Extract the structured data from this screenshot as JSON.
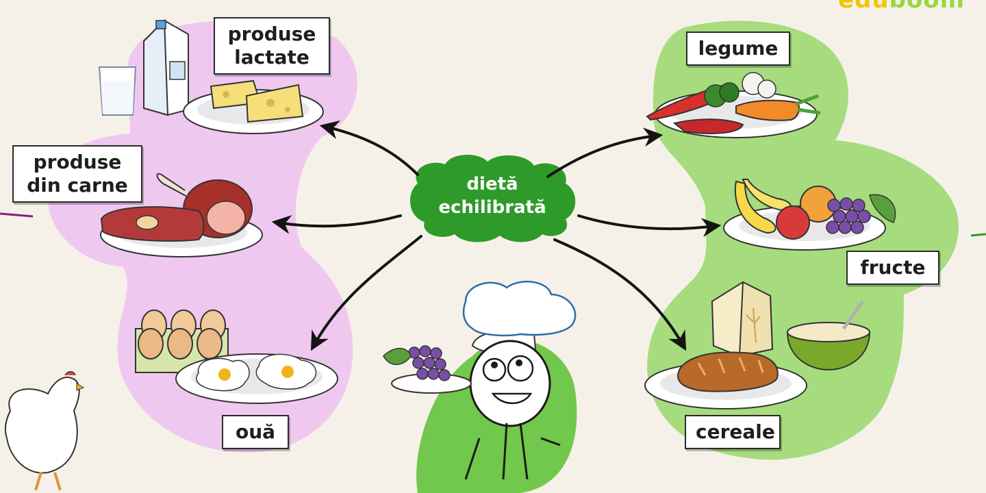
{
  "logo": {
    "part1": "edu",
    "part2": "boom",
    "color1": "#f2c500",
    "color2": "#9ad63f"
  },
  "center": {
    "line1": "dietă",
    "line2": "echilibrată",
    "color": "#2e9a2a"
  },
  "categories": {
    "dairy": {
      "line1": "produse",
      "line2": "lactate"
    },
    "meat": {
      "line1": "produse",
      "line2": "din carne"
    },
    "eggs": {
      "line1": "ouă"
    },
    "vegetables": {
      "line1": "legume"
    },
    "fruits": {
      "line1": "fructe"
    },
    "cereals": {
      "line1": "cereale"
    }
  },
  "colors": {
    "pink": "#efc8f0",
    "green": "#a6dc7e",
    "mascot": "#71c84c",
    "background": "#f6f1e8"
  },
  "icons": [
    "milk-carton-icon",
    "glass-of-milk-icon",
    "cheese-plate-icon",
    "meat-plate-icon",
    "eggs-carton-icon",
    "fried-eggs-plate-icon",
    "hen-icon",
    "vegetables-plate-icon",
    "fruits-plate-icon",
    "bread-plate-icon",
    "flour-bag-icon",
    "cereal-bowl-icon",
    "chef-mascot-icon"
  ]
}
